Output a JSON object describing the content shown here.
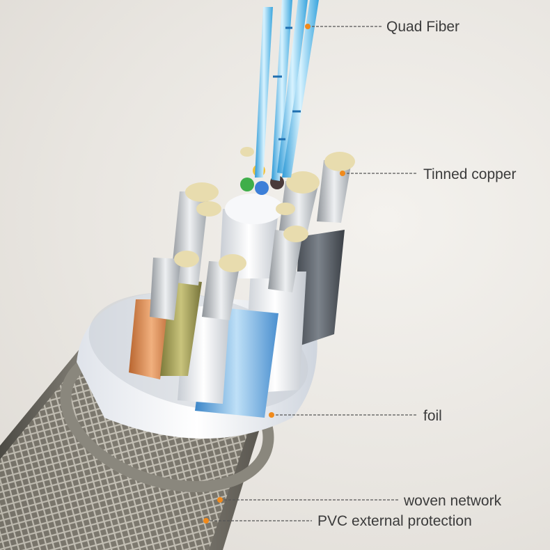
{
  "labels": {
    "quad_fiber": "Quad Fiber",
    "tinned_copper": "Tinned copper",
    "foil": "foil",
    "woven_network": "woven network",
    "pvc": "PVC external protection"
  },
  "colors": {
    "background": "#ece9e4",
    "callout_dot": "#f08a1c",
    "callout_line": "#555555",
    "text": "#3b3b3b",
    "fiber_blue": "#5fc3ea",
    "foil_white": "#f4f6fa",
    "copper": "#d9894f",
    "braid": "#6f6b63"
  }
}
